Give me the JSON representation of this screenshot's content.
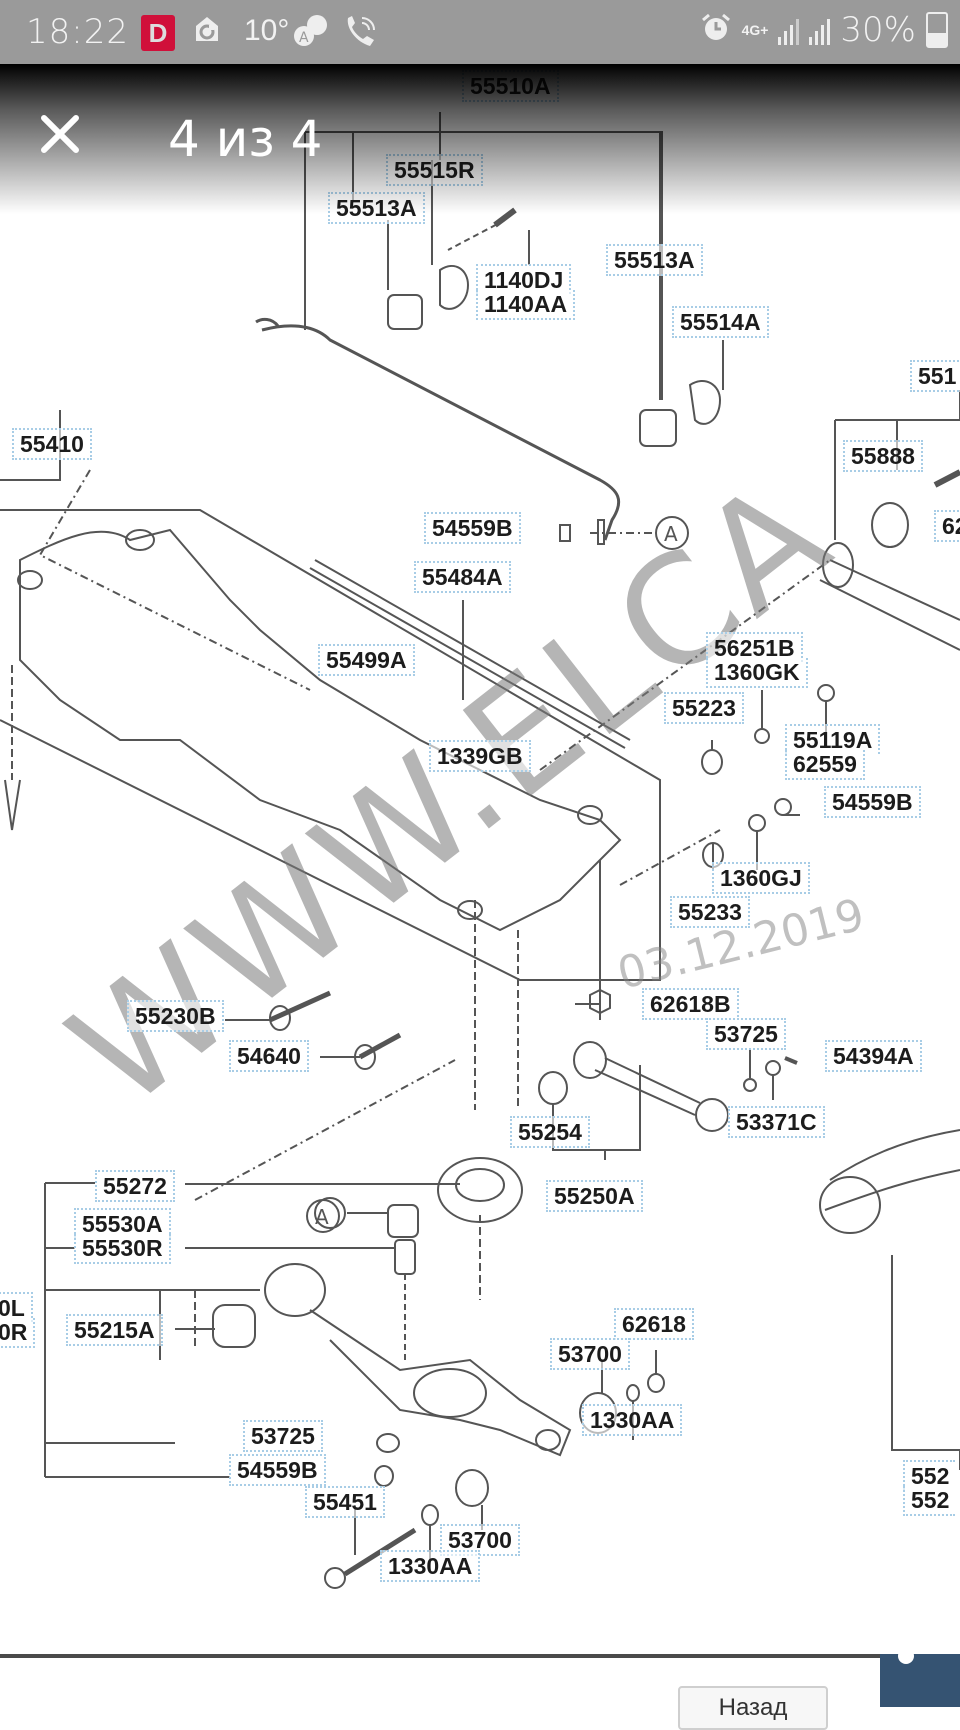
{
  "status_bar": {
    "time": "18:22",
    "app_badge": "D",
    "temperature": "10°",
    "network": "4G+",
    "battery_percent": "30%",
    "icons": [
      "d-app-icon",
      "sync-icon",
      "translate-icon",
      "wifi-call-icon",
      "alarm-icon",
      "signal-icon",
      "battery-charging-icon"
    ]
  },
  "viewer": {
    "close_icon": "close-icon",
    "title": "4 из 4"
  },
  "diagram": {
    "watermark": "WWW.ELCA",
    "watermark_date": "03.12.2019",
    "callout": "A",
    "labels": [
      {
        "id": "55510A",
        "text": "55510A"
      },
      {
        "id": "55515R",
        "text": "55515R"
      },
      {
        "id": "55513A_left",
        "text": "55513A"
      },
      {
        "id": "1140DJ",
        "text": "1140DJ"
      },
      {
        "id": "1140AA",
        "text": "1140AA"
      },
      {
        "id": "55513A_right",
        "text": "55513A"
      },
      {
        "id": "55514A",
        "text": "55514A"
      },
      {
        "id": "551_edge",
        "text": "551"
      },
      {
        "id": "55888",
        "text": "55888"
      },
      {
        "id": "62_edge",
        "text": "62"
      },
      {
        "id": "55410",
        "text": "55410"
      },
      {
        "id": "54559B_top",
        "text": "54559B"
      },
      {
        "id": "55484A",
        "text": "55484A"
      },
      {
        "id": "56251B",
        "text": "56251B"
      },
      {
        "id": "1360GK",
        "text": "1360GK"
      },
      {
        "id": "55499A",
        "text": "55499A"
      },
      {
        "id": "55223",
        "text": "55223"
      },
      {
        "id": "55119A",
        "text": "55119A"
      },
      {
        "id": "62559",
        "text": "62559"
      },
      {
        "id": "1339GB",
        "text": "1339GB"
      },
      {
        "id": "54559B_mid",
        "text": "54559B"
      },
      {
        "id": "1360GJ",
        "text": "1360GJ"
      },
      {
        "id": "55233",
        "text": "55233"
      },
      {
        "id": "62618B",
        "text": "62618B"
      },
      {
        "id": "55230B",
        "text": "55230B"
      },
      {
        "id": "53725_top",
        "text": "53725"
      },
      {
        "id": "54640",
        "text": "54640"
      },
      {
        "id": "54394A",
        "text": "54394A"
      },
      {
        "id": "53371C",
        "text": "53371C"
      },
      {
        "id": "55254",
        "text": "55254"
      },
      {
        "id": "55272",
        "text": "55272"
      },
      {
        "id": "55250A",
        "text": "55250A"
      },
      {
        "id": "55530A",
        "text": "55530A"
      },
      {
        "id": "55530R",
        "text": "55530R"
      },
      {
        "id": "0L_edge",
        "text": "0L"
      },
      {
        "id": "0R_edge",
        "text": "0R"
      },
      {
        "id": "55215A",
        "text": "55215A"
      },
      {
        "id": "62618",
        "text": "62618"
      },
      {
        "id": "53700_top",
        "text": "53700"
      },
      {
        "id": "1330AA_right",
        "text": "1330AA"
      },
      {
        "id": "53725_bottom",
        "text": "53725"
      },
      {
        "id": "54559B_bottom",
        "text": "54559B"
      },
      {
        "id": "55451",
        "text": "55451"
      },
      {
        "id": "53700_bottom",
        "text": "53700"
      },
      {
        "id": "1330AA_bottom",
        "text": "1330AA"
      },
      {
        "id": "552_edge_1",
        "text": "552"
      },
      {
        "id": "552_edge_2",
        "text": "552"
      }
    ]
  },
  "bottom": {
    "next_button": "Назад"
  }
}
